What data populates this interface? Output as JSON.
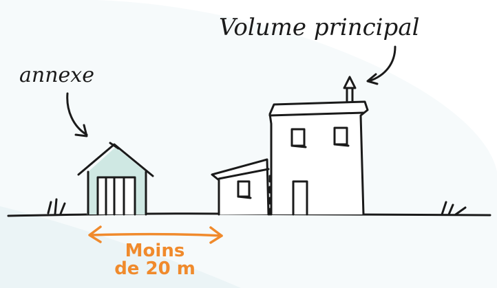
{
  "labels": {
    "annexe": "annexe",
    "main_volume": "Volume principal",
    "distance_line1": "Moins",
    "distance_line2": "de 20 m"
  },
  "colors": {
    "ink": "#1a1a1a",
    "annexe_fill": "#cfe8e3",
    "accent": "#f08a2c",
    "background_tint": "#eef5f7"
  },
  "icons": {
    "annexe_arrow": "curved-arrow-down-right-icon",
    "volume_arrow": "curved-arrow-down-left-icon",
    "distance_arrow": "double-headed-arrow-icon"
  }
}
